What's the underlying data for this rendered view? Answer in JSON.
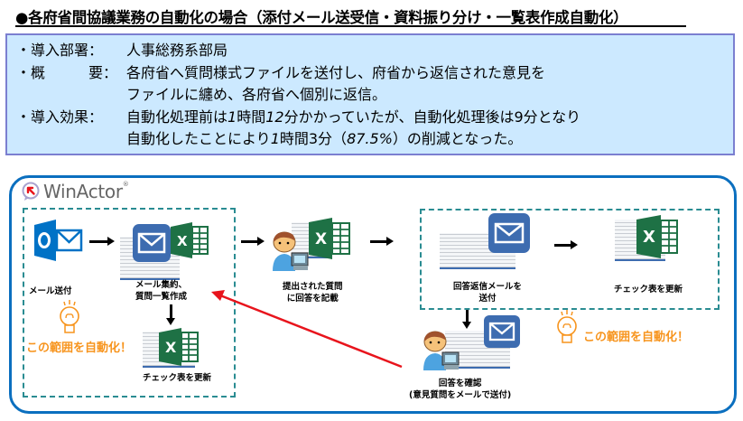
{
  "title": "●各府省間協議業務の自動化の場合（添付メール送受信・資料振り分け・一覧表作成自動化）",
  "summary": {
    "dept_label": "・導入部署：",
    "dept_value": "人事総務系部局",
    "overview_label_a": "・概",
    "overview_label_b": "要：",
    "overview_line1": "各府省へ質問様式ファイルを送付し、府省から返信された意見を",
    "overview_line2": "ファイルに纏め、各府省へ個別に返信。",
    "effect_label": "・導入効果：",
    "effect_line1_a": "自動化処理前は",
    "effect_line1_b": "1",
    "effect_line1_c": "時間",
    "effect_line1_d": "12",
    "effect_line1_e": "分かかっていたが、自動化処理後は9分となり",
    "effect_line2_a": "自動化したことにより",
    "effect_line2_b": "1",
    "effect_line2_c": "時間3分（",
    "effect_line2_d": "87.5%",
    "effect_line2_e": "）の削減となった。"
  },
  "logo": {
    "name": "WinActor",
    "reg": "®"
  },
  "steps": {
    "mail_send": "メール送付",
    "mail_collect_1": "メール集約、",
    "mail_collect_2": "質問一覧作成",
    "check_update_left": "チェック表を更新",
    "answer_1": "提出された質問",
    "answer_2": "に回答を記載",
    "reply_mail_1": "回答返信メールを",
    "reply_mail_2": "送付",
    "check_update_right": "チェック表を更新",
    "confirm_1": "回答を確認",
    "confirm_2": "(意見質問をメールで送付)"
  },
  "automate_label_left": "この範囲を自動化！",
  "automate_label_right": "この範囲を自動化！",
  "colors": {
    "frame": "#0b6fbf",
    "dash": "#2a8c92",
    "summary_bg": "#cce9ff",
    "summary_border": "#7b7fd0",
    "accent_orange": "#f7941d",
    "feedback_arrow": "#e8141c",
    "excel_green": "#1e7145",
    "mail_blue": "#3d6cb0",
    "outlook_blue": "#0072c6"
  }
}
